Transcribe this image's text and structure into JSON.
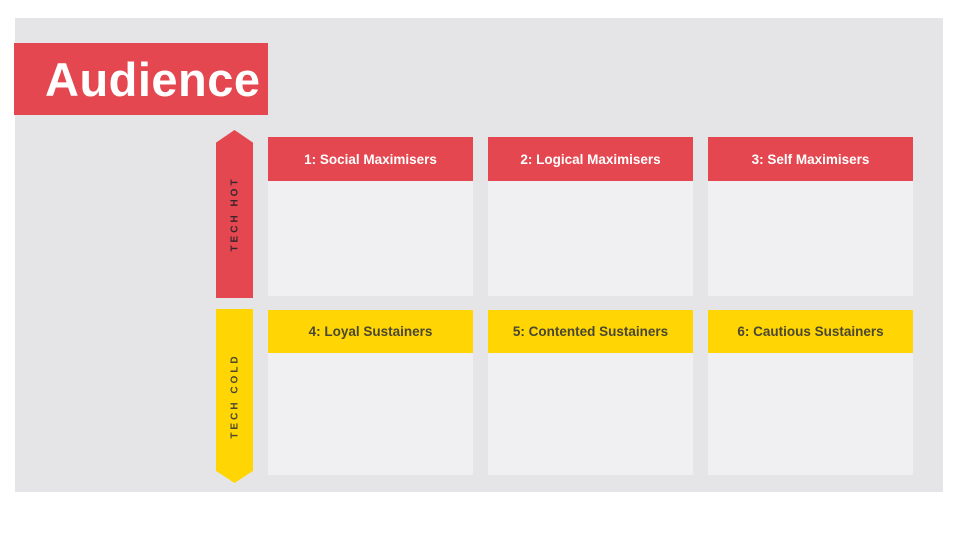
{
  "title": "Audience",
  "matrix": {
    "rows": [
      {
        "axis": "TECH HOT",
        "tone": "hot",
        "cells": [
          "1: Social Maximisers",
          "2: Logical Maximisers",
          "3: Self Maximisers"
        ]
      },
      {
        "axis": "TECH COLD",
        "tone": "cold",
        "cells": [
          "4: Loyal Sustainers",
          "5: Contented Sustainers",
          "6: Cautious Sustainers"
        ]
      }
    ]
  },
  "colors": {
    "hot": "#E4474F",
    "cold": "#FFD503",
    "canvas": "#E5E4E7",
    "panel": "#F0EFF1",
    "hot_label_text": "#38262F",
    "cold_label_text": "#4A4732",
    "header_text_on_hot": "#FFFFFF",
    "header_text_on_cold": "#4A4732"
  }
}
